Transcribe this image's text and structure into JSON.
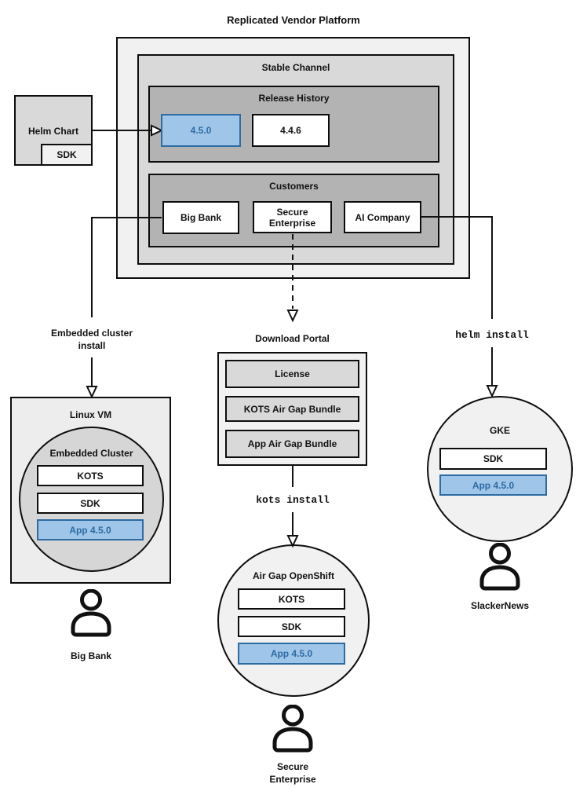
{
  "title": "Replicated Vendor Platform",
  "colors": {
    "highlight_fill": "#9fc5e8",
    "highlight_border": "#2d6ba3",
    "highlight_text": "#2d6ba3",
    "container_light": "#f1f1f1",
    "container_mid": "#d9d9d9",
    "container_dark": "#b3b3b3"
  },
  "platform": {
    "stable_channel_label": "Stable Channel",
    "release_history": {
      "label": "Release History",
      "releases": [
        {
          "version": "4.5.0",
          "highlighted": true
        },
        {
          "version": "4.4.6",
          "highlighted": false
        }
      ]
    },
    "customers": {
      "label": "Customers",
      "items": [
        {
          "name": "Big Bank"
        },
        {
          "name": "Secure Enterprise"
        },
        {
          "name": "AI Company"
        }
      ]
    }
  },
  "helm_chart": {
    "label": "Helm Chart",
    "sdk_label": "SDK"
  },
  "flows": {
    "embedded_install_label": "Embedded cluster install",
    "kots_install_label": "kots install",
    "helm_install_label": "helm install"
  },
  "download_portal": {
    "label": "Download Portal",
    "items": [
      {
        "name": "License"
      },
      {
        "name": "KOTS Air Gap Bundle"
      },
      {
        "name": "App Air Gap Bundle"
      }
    ]
  },
  "linux_vm": {
    "label": "Linux VM",
    "cluster_label": "Embedded Cluster",
    "components": [
      {
        "name": "KOTS",
        "highlighted": false
      },
      {
        "name": "SDK",
        "highlighted": false
      },
      {
        "name": "App 4.5.0",
        "highlighted": true
      }
    ],
    "user": "Big Bank"
  },
  "openshift": {
    "label": "Air Gap OpenShift",
    "components": [
      {
        "name": "KOTS",
        "highlighted": false
      },
      {
        "name": "SDK",
        "highlighted": false
      },
      {
        "name": "App 4.5.0",
        "highlighted": true
      }
    ],
    "user": "Secure Enterprise"
  },
  "gke": {
    "label": "GKE",
    "components": [
      {
        "name": "SDK",
        "highlighted": false
      },
      {
        "name": "App 4.5.0",
        "highlighted": true
      }
    ],
    "user": "SlackerNews"
  }
}
